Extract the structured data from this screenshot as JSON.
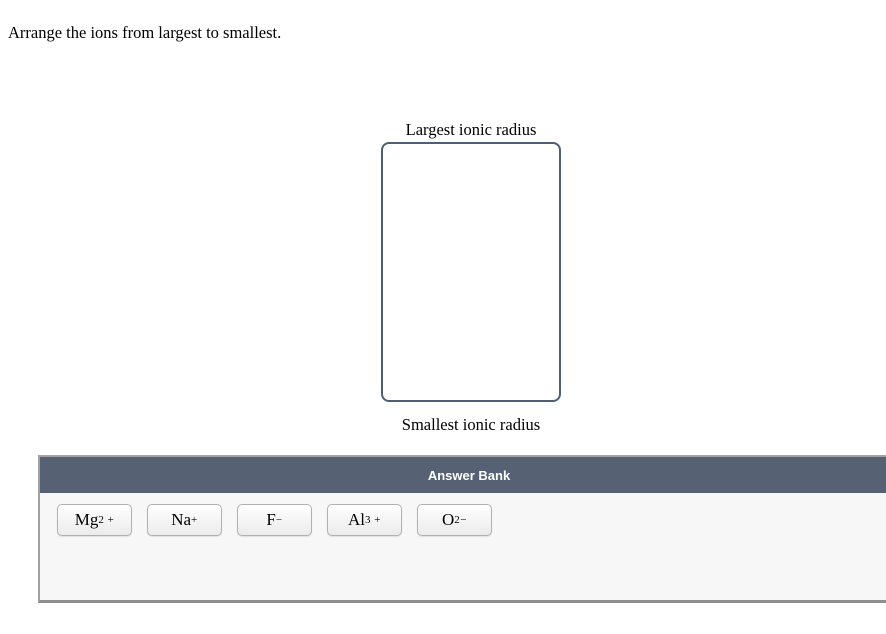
{
  "prompt": "Arrange the ions from largest to smallest.",
  "sorter": {
    "top_label": "Largest ionic radius",
    "bottom_label": "Smallest ionic radius"
  },
  "answer_bank": {
    "title": "Answer Bank",
    "tiles": [
      {
        "base": "Mg",
        "sup": "2 +"
      },
      {
        "base": "Na",
        "sup": "+"
      },
      {
        "base": "F",
        "sup": "−"
      },
      {
        "base": "Al",
        "sup": "3 +"
      },
      {
        "base": "O",
        "sup": "2−"
      }
    ]
  },
  "colors": {
    "header_bg": "#566274",
    "panel_bg": "#f7f7f7",
    "panel_border": "#a3a3a3",
    "panel_border_bottom": "#8e8e8e",
    "dropzone_border": "#4f5e76",
    "tile_border": "#b1b1b1"
  }
}
